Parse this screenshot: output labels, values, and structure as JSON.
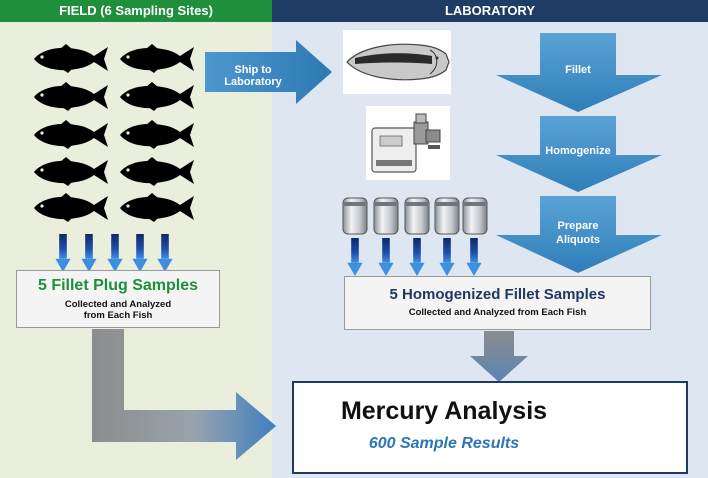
{
  "headers": {
    "field": "FIELD (6 Sampling Sites)",
    "laboratory": "LABORATORY"
  },
  "colors": {
    "field_header": "#1f8f3d",
    "lab_header": "#1f3c64",
    "field_bg": "#e9efdc",
    "lab_bg": "#dde6f1",
    "arrow_blue": "#3d8fc4",
    "plug_title": "#1e8f3b",
    "homog_title": "#1f3864",
    "result_text": "#2e75b6"
  },
  "ship_label": "Ship to Laboratory",
  "process_steps": [
    "Fillet",
    "Homogenize",
    "Prepare Aliquots"
  ],
  "field_box": {
    "title": "5 Fillet Plug Samples",
    "subtitle_line1": "Collected and Analyzed",
    "subtitle_line2": "from Each Fish"
  },
  "lab_box": {
    "title": "5 Homogenized Fillet Samples",
    "subtitle": "Collected and Analyzed from Each Fish"
  },
  "result_box": {
    "title": "Mercury Analysis",
    "subtitle": "600 Sample Results"
  },
  "icons": {
    "fish": "fish-silhouette-icon",
    "fillet": "fish-fillet-image",
    "grinder": "meat-grinder-image",
    "jar": "sample-jar-icon",
    "lab": "lab-beakers-icon"
  }
}
